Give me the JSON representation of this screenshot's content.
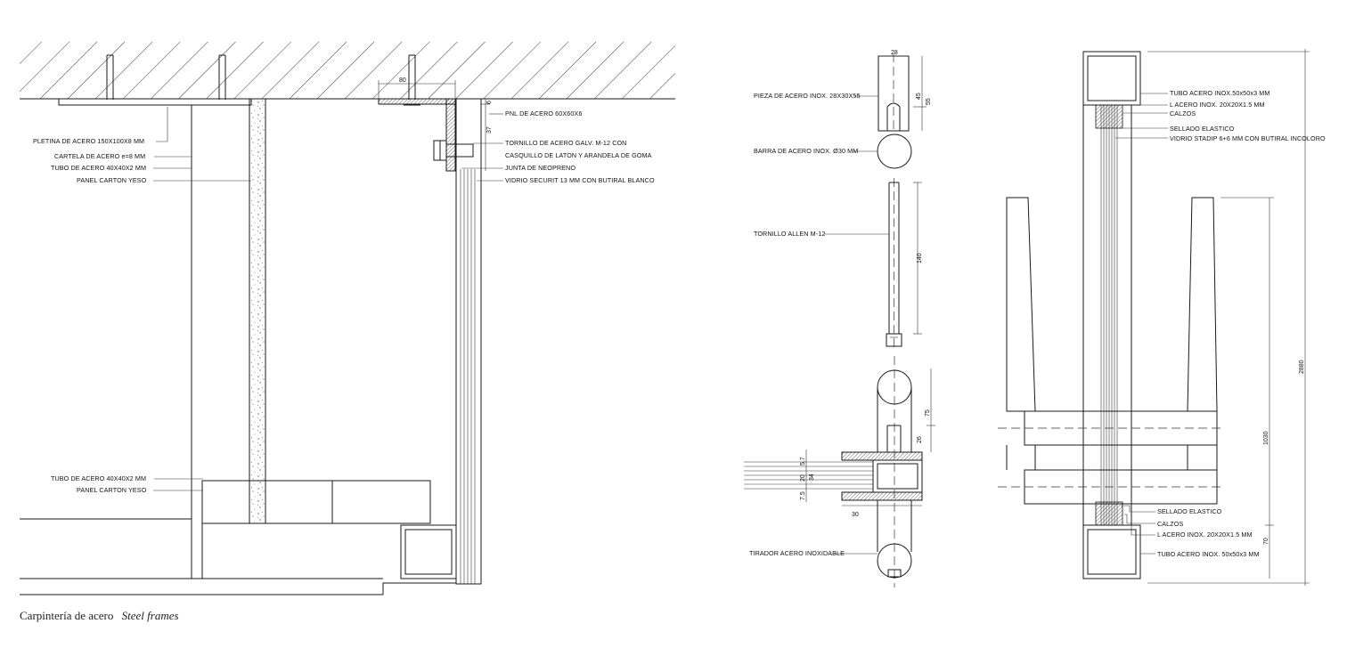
{
  "caption": {
    "spanish": "Carpintería de acero",
    "english": "Steel frames"
  },
  "section_left": {
    "labels": [
      "PLETINA DE ACERO 150X100X8 MM",
      "CARTELA DE ACERO e=8 MM",
      "TUBO DE ACERO 40X40X2 MM",
      "PANEL  CARTON YESO",
      "TUBO DE ACERO 40X40X2 MM",
      "PANEL  CARTON YESO"
    ],
    "labels_right": [
      "PNL DE ACERO 60X60X6",
      "TORNILLO DE ACERO GALV. M-12 CON",
      "CASQUILLO DE LATON Y ARANDELA DE GOMA",
      "JUNTA DE NEOPRENO",
      "VIDRIO SECURIT  13 MM CON BUTIRAL BLANCO"
    ],
    "dims": [
      "80",
      "6",
      "37"
    ]
  },
  "detail_middle": {
    "labels": [
      "PIEZA DE ACERO INOX. 28X30X55",
      "BARRA DE ACERO INOX.  Ø30 MM",
      "TORNILLO ALLEN M-12",
      "TIRADOR ACERO INOXIDABLE"
    ],
    "dims": [
      "28",
      "45",
      "55",
      "140",
      "75",
      "26",
      "30",
      "5.7",
      "20",
      "34",
      "7.5"
    ]
  },
  "section_right": {
    "labels_top": [
      "TUBO ACERO INOX.50x50x3  MM",
      "L ACERO INOX. 20X20X1.5  MM",
      "CALZOS",
      "SELLADO ELASTICO",
      "VIDRIO STADIP 6+6 MM CON BUTIRAL INCOLORO"
    ],
    "labels_bottom": [
      "SELLADO ELASTICO",
      "CALZOS",
      "L ACERO INOX. 20X20X1.5 MM",
      "TUBO ACERO INOX. 50x50x3 MM"
    ],
    "dims": [
      "2880",
      "1030",
      "70"
    ]
  }
}
